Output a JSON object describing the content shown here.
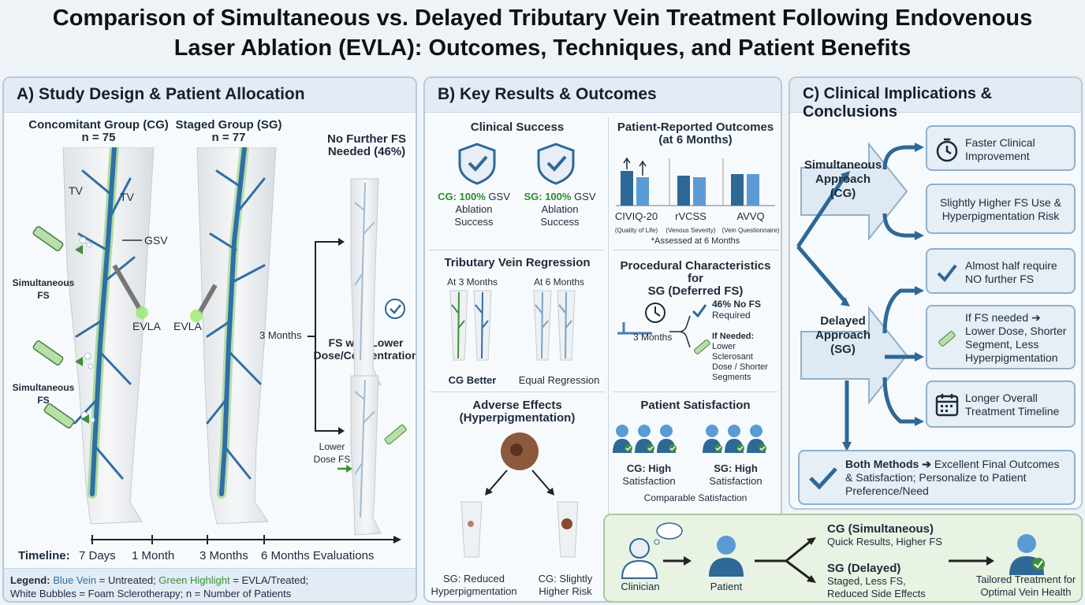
{
  "title_line1": "Comparison of Simultaneous vs. Delayed Tributary Vein Treatment Following Endovenous",
  "title_line2": "Laser Ablation (EVLA): Outcomes, Techniques, and Patient Benefits",
  "panel_a": {
    "heading": "A) Study Design & Patient Allocation",
    "cg_title": "Concomitant Group (CG)",
    "cg_n": "n = 75",
    "sg_title": "Staged Group (SG)",
    "sg_n": "n = 77",
    "tv1": "TV",
    "tv2": "TV",
    "gsv": "GSV",
    "sim_fs_1a": "Simultaneous",
    "sim_fs_1b": "FS",
    "sim_fs_2a": "Simultaneous",
    "sim_fs_2b": "FS",
    "evla_cg": "EVLA",
    "evla_sg": "EVLA",
    "three_months": "3 Months",
    "no_fs_a": "No Further FS",
    "no_fs_b": "Needed (46%)",
    "fs_lower_a": "FS with Lower",
    "fs_lower_b": "Dose/Concentration",
    "lower_dose_a": "Lower",
    "lower_dose_b": "Dose FS",
    "timeline_label": "Timeline:",
    "timeline": [
      "7 Days",
      "1 Month",
      "3 Months",
      "6 Months Evaluations"
    ],
    "legend": {
      "label": "Legend:",
      "blue": "Blue Vein",
      "blue_desc": "= Untreated;",
      "green": "Green Highlight",
      "green_desc": "= EVLA/Treated;",
      "line2": "White Bubbles = Foam Sclerotherapy; n = Number of Patients"
    }
  },
  "panel_b": {
    "heading": "B) Key Results & Outcomes",
    "clinical_success": "Clinical Success",
    "cg_success_hl": "CG: 100%",
    "cg_success_rest": " GSV",
    "cg_success_l2": "Ablation",
    "cg_success_l3": "Success",
    "sg_success_hl": "SG: 100%",
    "sg_success_rest": " GSV",
    "sg_success_l2": "Ablation",
    "sg_success_l3": "Success",
    "pro_title_a": "Patient-Reported Outcomes",
    "pro_title_b": "(at 6 Months)",
    "pro_bars": [
      {
        "name": "CIVIQ-20",
        "sub": "(Quality of Life)"
      },
      {
        "name": "rVCSS",
        "sub": "(Venous Severity)"
      },
      {
        "name": "AVVQ",
        "sub": "(Vein Questionnaire)"
      }
    ],
    "pro_note": "*Assessed at 6 Months",
    "regression_title": "Tributary Vein Regression",
    "at3": "At 3 Months",
    "at6": "At 6 Months",
    "cg_better": "CG Better",
    "equal_reg": "Equal Regression",
    "proc_title_a": "Procedural Characteristics for",
    "proc_title_b": "SG (Deferred FS)",
    "proc_3m": "3 Months",
    "proc_46_a": "46% No FS",
    "proc_46_b": "Required",
    "proc_if": "If Needed:",
    "proc_if_l2": "Lower",
    "proc_if_l3": "Sclerosant",
    "proc_if_l4": "Dose / Shorter",
    "proc_if_l5": "Segments",
    "adverse_a": "Adverse Effects",
    "adverse_b": "(Hyperpigmentation)",
    "sg_reduced_a": "SG: Reduced",
    "sg_reduced_b": "Hyperpigmentation",
    "cg_higher_a": "CG: Slightly",
    "cg_higher_b": "Higher Risk",
    "satisfaction_title": "Patient Satisfaction",
    "cg_sat_a": "CG: High",
    "cg_sat_b": "Satisfaction",
    "sg_sat_a": "SG: High",
    "sg_sat_b": "Satisfaction",
    "comparable": "Comparable Satisfaction"
  },
  "panel_c": {
    "heading": "C) Clinical Implications & Conclusions",
    "sim_a": "Simultaneous",
    "sim_b": "Approach",
    "sim_c": "(CG)",
    "del_a": "Delayed",
    "del_b": "Approach",
    "del_c": "(SG)",
    "faster_a": "Faster Clinical",
    "faster_b": "Improvement",
    "higher_a": "Slightly Higher FS Use &",
    "higher_b": "Hyperpigmentation Risk",
    "half_a": "Almost half require",
    "half_b": "NO further FS",
    "if_a": "If FS needed ➔",
    "if_b": "Lower Dose, Shorter",
    "if_c": "Segment, Less",
    "if_d": "Hyperpigmentation",
    "longer_a": "Longer Overall",
    "longer_b": "Treatment Timeline",
    "both_bold": "Both Methods ➔",
    "both_rest": " Excellent Final Outcomes",
    "both_b": "& Satisfaction; Personalize to Patient",
    "both_c": "Preference/Need"
  },
  "bottom": {
    "clinician": "Clinician",
    "patient": "Patient",
    "cg_title": "CG (Simultaneous)",
    "cg_desc": "Quick Results, Higher FS",
    "sg_title": "SG (Delayed)",
    "sg_desc_a": "Staged, Less FS,",
    "sg_desc_b": "Reduced Side Effects",
    "tailored_a": "Tailored Treatment for",
    "tailored_b": "Optimal Vein Health"
  },
  "colors": {
    "vein_blue": "#2f6fa8",
    "treated_green": "#4caf50",
    "panel_border": "#b9c9da",
    "arrow_blue": "#2e6896",
    "bottom_bg": "#e8f3e3"
  }
}
